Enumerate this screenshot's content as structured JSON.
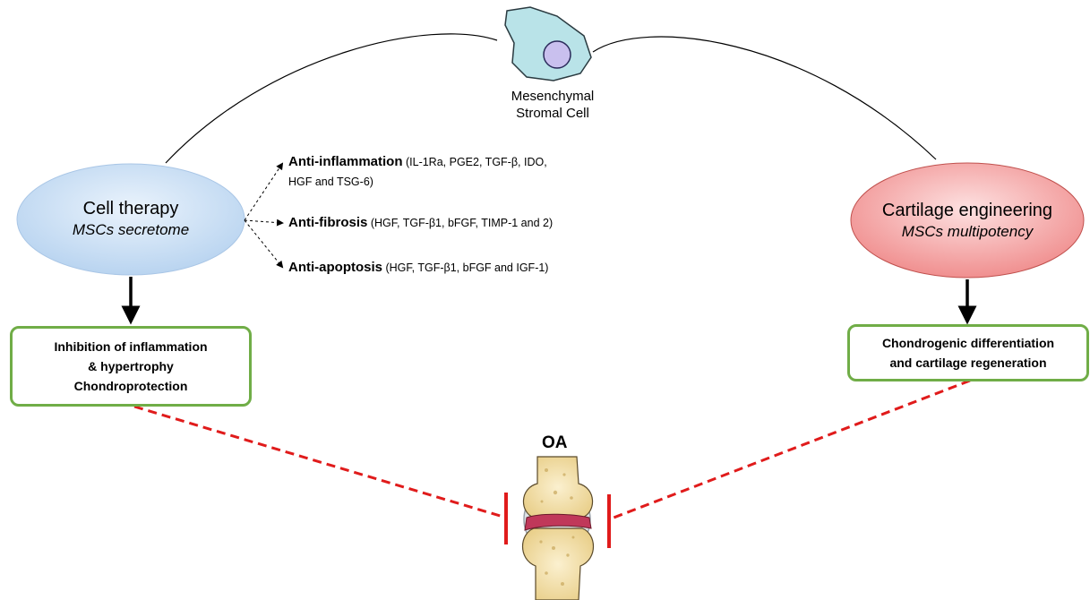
{
  "cell": {
    "label_line1": "Mesenchymal",
    "label_line2": "Stromal Cell"
  },
  "left_branch": {
    "title": "Cell therapy",
    "subtitle": "MSCs secretome",
    "effects": [
      {
        "name": "Anti-inflammation",
        "details": "(IL-1Ra, PGE2, TGF-β, IDO,",
        "details2": "HGF and TSG-6)"
      },
      {
        "name": "Anti-fibrosis",
        "details": "(HGF, TGF-β1, bFGF, TIMP-1 and 2)"
      },
      {
        "name": "Anti-apoptosis",
        "details": "(HGF, TGF-β1, bFGF and IGF-1)"
      }
    ],
    "outcome": [
      "Inhibition of inflammation",
      "& hypertrophy",
      "Chondroprotection"
    ]
  },
  "right_branch": {
    "title": "Cartilage engineering",
    "subtitle": "MSCs multipotency",
    "outcome": [
      "Chondrogenic differentiation",
      "and cartilage regeneration"
    ]
  },
  "target": {
    "label": "OA"
  },
  "colors": {
    "left_ellipse_fill": "#d6e6f7",
    "right_ellipse_fill": "#f7b5b5",
    "box_border": "#70ad47",
    "inhibit_line": "#e01b1b",
    "cell_fill": "#b9e3e8",
    "nucleus_fill": "#c9c0ee",
    "bone_fill": "#f3e3b4",
    "cartilage_fill": "#c0385a"
  }
}
